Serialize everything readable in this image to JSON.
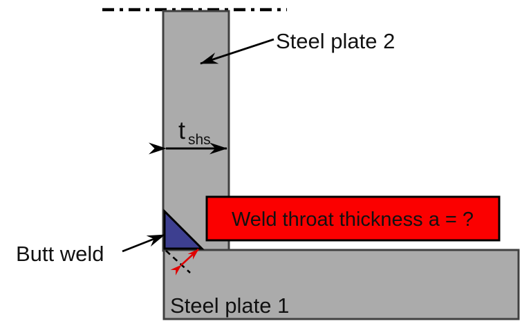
{
  "figure": {
    "plate2_label": "Steel plate 2",
    "plate1_label": "Steel plate 1",
    "butt_weld_label": "Butt weld",
    "callout_text": "Weld throat thickness a = ?",
    "thickness_symbol": "t",
    "thickness_symbol_subscript": "shs"
  },
  "colors": {
    "background": "#ffffff",
    "plate_fill": "#ababab",
    "plate_border": "#404040",
    "weld_fill": "#3d3f90",
    "weld_border": "#000000",
    "callout_fill": "#fb0000",
    "callout_border": "#000000",
    "black_line": "#000000",
    "red_arrow": "#e00000"
  }
}
